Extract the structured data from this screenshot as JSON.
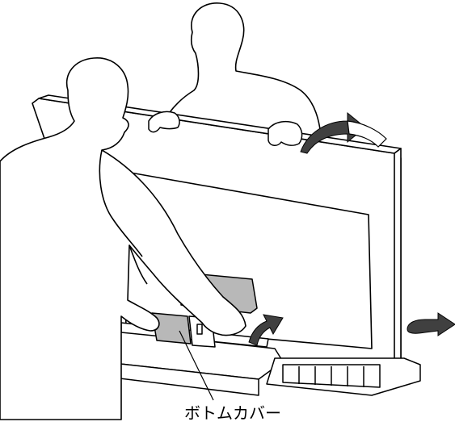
{
  "callout": {
    "label": "ボトムカバー"
  },
  "colors": {
    "line": "#000000",
    "fill": "#ffffff",
    "cover_fill": "#b8b8b8",
    "arrow_dark": "#404040"
  },
  "icons": {
    "rotate_arrow": "curved-rotate-arrow",
    "up_arrow": "curved-up-arrow",
    "push_arrow": "push-right-arrow"
  }
}
